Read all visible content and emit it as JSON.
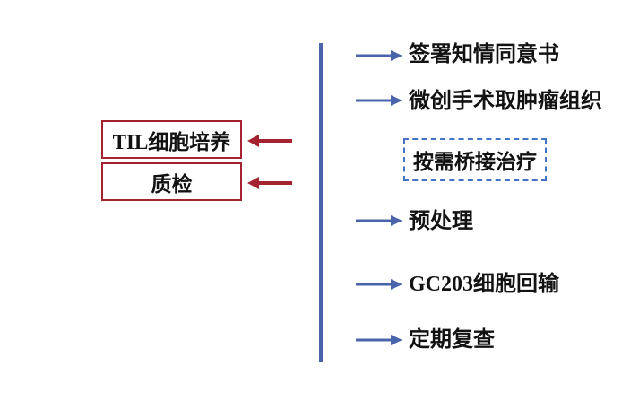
{
  "colors": {
    "blue": "#4A64AC",
    "dash-blue": "#4472C4",
    "red": "#A32430",
    "text": "#121212"
  },
  "left_panel": {
    "boxes": [
      {
        "label": "TIL细胞培养"
      },
      {
        "label": "质检"
      }
    ]
  },
  "right_steps": [
    {
      "label": "签署知情同意书",
      "marker": "blue-right-arrow"
    },
    {
      "label": "微创手术取肿瘤组织",
      "marker": "blue-right-arrow"
    },
    {
      "label": "按需桥接治疗",
      "marker": "dashed-box"
    },
    {
      "label": "预处理",
      "marker": "blue-right-arrow"
    },
    {
      "label": "GC203细胞回输",
      "marker": "blue-right-arrow"
    },
    {
      "label": "定期复查",
      "marker": "blue-right-arrow"
    }
  ]
}
